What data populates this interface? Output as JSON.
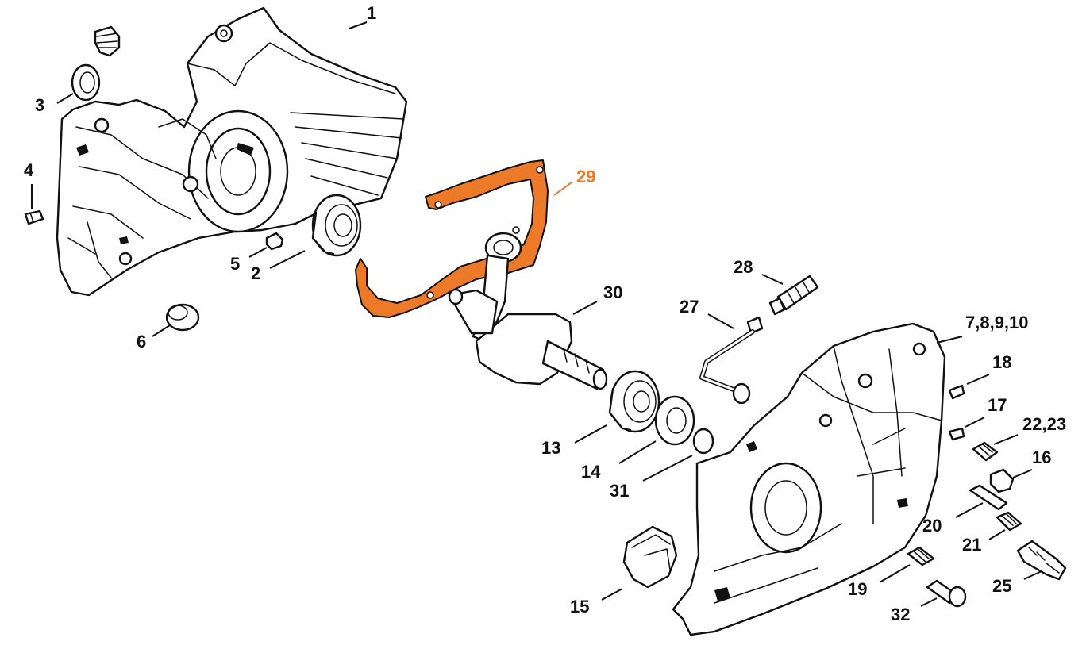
{
  "highlight_color": "#ec7a28",
  "parts": [
    {
      "id": "p1",
      "label": "1",
      "name": "crankcase-left"
    },
    {
      "id": "p2",
      "label": "2",
      "name": "ball-bearing"
    },
    {
      "id": "p3",
      "label": "3",
      "name": "oil-seal"
    },
    {
      "id": "p4",
      "label": "4",
      "name": "pin"
    },
    {
      "id": "p5",
      "label": "5",
      "name": "sleeve"
    },
    {
      "id": "p6",
      "label": "6",
      "name": "plug"
    },
    {
      "id": "p7",
      "label": "7,8,9,10",
      "name": "crankcase-right"
    },
    {
      "id": "p13",
      "label": "13",
      "name": "ball-bearing-2"
    },
    {
      "id": "p14",
      "label": "14",
      "name": "oil-seal-2"
    },
    {
      "id": "p15",
      "label": "15",
      "name": "annular-buffer"
    },
    {
      "id": "p16",
      "label": "16",
      "name": "nut-insert"
    },
    {
      "id": "p17",
      "label": "17",
      "name": "screw-17"
    },
    {
      "id": "p18",
      "label": "18",
      "name": "screw-18"
    },
    {
      "id": "p19",
      "label": "19",
      "name": "stud-19"
    },
    {
      "id": "p20",
      "label": "20",
      "name": "pin-20"
    },
    {
      "id": "p21",
      "label": "21",
      "name": "stud-21"
    },
    {
      "id": "p22",
      "label": "22,23",
      "name": "dowel"
    },
    {
      "id": "p25",
      "label": "25",
      "name": "collar-stud"
    },
    {
      "id": "p27",
      "label": "27",
      "name": "oil-pickup-tube"
    },
    {
      "id": "p28",
      "label": "28",
      "name": "connector"
    },
    {
      "id": "p29",
      "label": "29",
      "name": "gasket",
      "highlighted": true
    },
    {
      "id": "p30",
      "label": "30",
      "name": "crankshaft"
    },
    {
      "id": "p31",
      "label": "31",
      "name": "circlip"
    },
    {
      "id": "p32",
      "label": "32",
      "name": "screw-32"
    }
  ]
}
